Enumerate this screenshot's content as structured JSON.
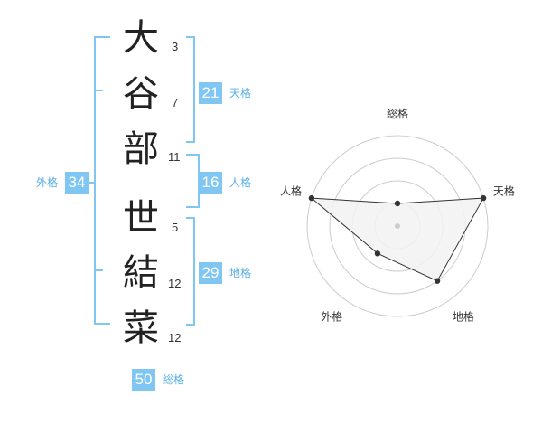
{
  "names": [
    {
      "char": "大",
      "strokes": "3"
    },
    {
      "char": "谷",
      "strokes": "7"
    },
    {
      "char": "部",
      "strokes": "11"
    },
    {
      "char": "世",
      "strokes": "5"
    },
    {
      "char": "結",
      "strokes": "12"
    },
    {
      "char": "菜",
      "strokes": "12"
    }
  ],
  "kakusu": {
    "tenkaku": {
      "value": "21",
      "label": "天格"
    },
    "jinkaku": {
      "value": "16",
      "label": "人格"
    },
    "chikaku": {
      "value": "29",
      "label": "地格"
    },
    "gaikaku": {
      "value": "34",
      "label": "外格"
    },
    "soukaku": {
      "value": "50",
      "label": "総格"
    }
  },
  "chart_data": {
    "type": "radar",
    "axes": [
      "総格",
      "天格",
      "地格",
      "外格",
      "人格"
    ],
    "max": 4,
    "ring_count": 4,
    "values": [
      1,
      4,
      3,
      1.5,
      4
    ],
    "colors": {
      "fill": "#f2f2f2",
      "stroke": "#333333",
      "ring": "#cccccc",
      "point": "#333333"
    }
  },
  "colors": {
    "accent": "#7fc6f2",
    "accent_text": "#5ab0e6"
  }
}
